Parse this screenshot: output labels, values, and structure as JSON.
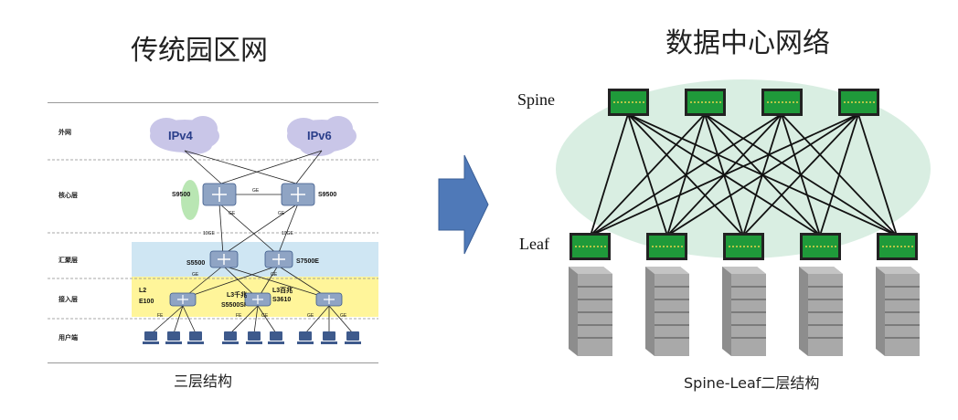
{
  "left": {
    "title": "传统园区网",
    "caption": "三层结构",
    "layers": [
      "外网",
      "核心层",
      "汇聚层",
      "接入层",
      "用户端"
    ],
    "clouds": [
      "IPv4",
      "IPv6"
    ],
    "labels": {
      "core_left": "S9500",
      "core_right": "S9500",
      "core_link": "GE",
      "agg_left": "S5500",
      "agg_right": "S7500E",
      "access_l2": "L2",
      "access_e100": "E100",
      "access_l3g": "L3千兆",
      "access_s5500si": "S5500SI",
      "access_l3b": "L3百兆",
      "access_s3610": "S3610",
      "ge": "GE",
      "tenge": "10GE",
      "fe": "FE"
    }
  },
  "right": {
    "title": "数据中心网络",
    "caption": "Spine-Leaf二层结构",
    "spine_label": "Spine",
    "leaf_label": "Leaf"
  },
  "colors": {
    "spine_ellipse": "#d9eee2",
    "switch_green": "#1f9a3a",
    "arrow_blue": "#4f79b8",
    "agg_band": "#cfe6f3",
    "access_band": "#fff59a",
    "cloud": "#c9c6e8"
  }
}
